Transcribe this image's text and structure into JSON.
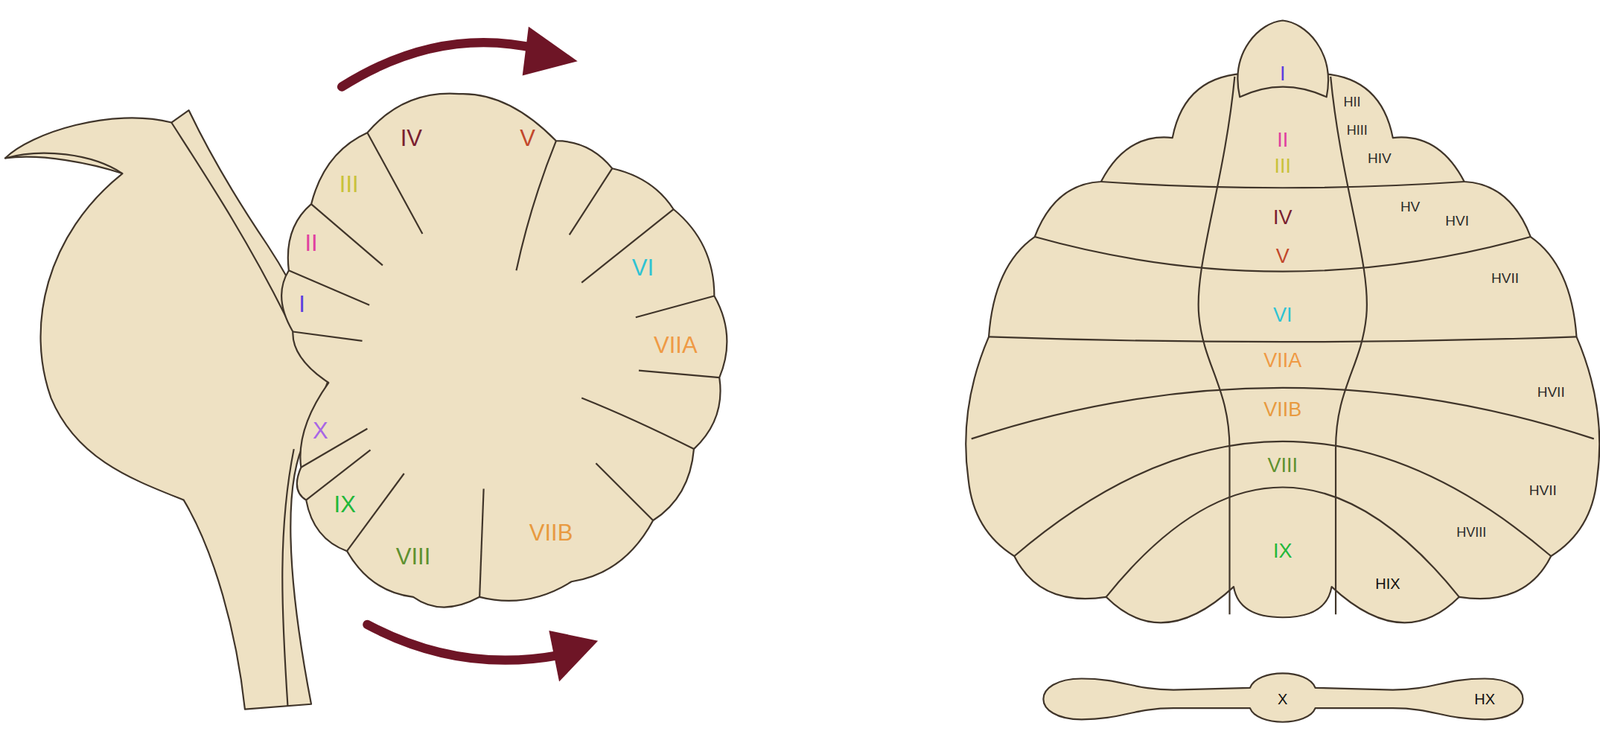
{
  "diagram": {
    "labels": [
      "I",
      "II",
      "III",
      "IV",
      "V",
      "VI",
      "VIIA",
      "VIIB",
      "VIII",
      "IX",
      "X",
      "I",
      "II",
      "III",
      "IV",
      "V",
      "VI",
      "VIIA",
      "VIIB",
      "VIII",
      "IX",
      "HII",
      "HIII",
      "HIV",
      "HV",
      "HVI",
      "HVII",
      "HVII",
      "HVII",
      "HVIII",
      "HIX",
      "X",
      "HX"
    ]
  }
}
